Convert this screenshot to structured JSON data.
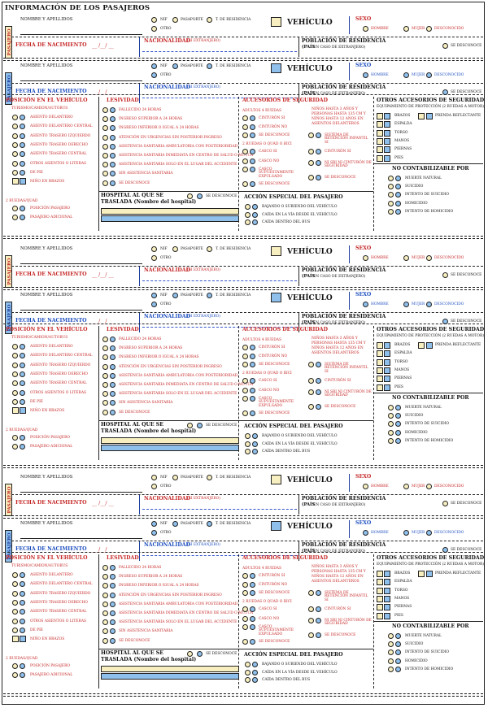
{
  "title": "INFORMACIÓN DE LOS PASAJEROS",
  "labels": {
    "pasajero": "PASAJERO",
    "nombre": "NOMBRE Y APELLIDOS",
    "nif": "NIF",
    "pasaporte": "PASAPORTE",
    "residencia": "T. DE RESIDENCIA",
    "otro": "OTRO",
    "vehiculo": "VEHÍCULO",
    "sexo": "SEXO",
    "hombre": "HOMBRE",
    "mujer": "MUJER",
    "desconocido": "DESCONOCIDO",
    "fecha": "FECHA DE NACIMIENTO",
    "fecha_blank": "__ /__/ __",
    "nacionalidad": "NACIONALIDAD",
    "si_extranjero": "(SI EXTRANJERO)",
    "poblacion": "POBLACIÓN DE RESIDENCIA",
    "pais_b": "(PAÍS",
    "pais_rest": " EN CASO DE EXTRANJERO)",
    "se_desconoce": "SE DESCONOCE"
  },
  "position": {
    "title": "POSICIÓN EN EL VEHÍCULO",
    "subtitle": "TURISMO/CAMION/AUTOBUS",
    "items": [
      "ASIENTO DELANTERO",
      "ASIENTO DELANTERO CENTRAL",
      "ASIENTO TRASERO IZQUIERDO",
      "ASIENTO TRASERO DERECHO",
      "ASIENTO TRASERO CENTRAL",
      "OTROS ASIENTOS O LITERAS",
      "DE PIE",
      "NIÑO EN BRAZOS"
    ],
    "two_wheels": "2 RUEDAS/QUAD",
    "two_items": [
      "POSICIÓN PASAJERO",
      "PASAJERO ADICIONAL"
    ]
  },
  "lesividad": {
    "title": "LESIVIDAD",
    "items": [
      "FALLECIDO 24 HORAS",
      "INGRESO SUPERIOR A 24 HORAS",
      "INGRESO INFERIOR O IGUAL A 24 HORAS",
      "ATENCIÓN EN URGENCIAS SIN POSTERIOR INGRESO",
      "ASISTENCIA SANITARIA AMBULATORIA CON POSTERIORIDAD",
      "ASISTENCIA SANITARIA INMEDIATA EN CENTRO DE SALUD O MUTUA",
      "ASISTENCIA SANITARIA SOLO EN EL LUGAR DEL ACCIDENTE",
      "SIN ASISTENCIA SANITARIA",
      "SE DESCONOCE"
    ],
    "hospital_1": "HOSPITAL AL QUE SE",
    "hospital_2": "TRASLADA (Nombre del hospital)",
    "se_desconoce": "SE DESCONOCE"
  },
  "accesorios": {
    "title": "ACCESORIOS DE SEGURIDAD",
    "adultos": "ADULTOS 4 RUEDAS",
    "adult_items": [
      "CINTURÓN SI",
      "CINTURÓN NO",
      "SE DESCONOCE"
    ],
    "ninos_1": "NIÑOS HASTA 3 AÑOS Y",
    "ninos_2": "PERSONAS HASTA 135 CM Y",
    "ninos_3": "NIÑOS HASTA 12 AÑOS EN",
    "ninos_4": "ASIENTOS DELANTEROS",
    "child_items": [
      "SISTEMA DE RETENCIÓN INFANTIL SI",
      "CINTURÓN SI",
      "NI SRI NI CINTURÓN DE SEGURIDAD",
      "SE DESCONOCE"
    ],
    "dos_ruedas": "2 RUEDAS O QUAD O BICI",
    "two_items": [
      "CASCO SI",
      "CASCO NO",
      "CASCO SUPUESTAMENTE EXPULSADO",
      "SE DESCONOCE"
    ]
  },
  "accion": {
    "title": "ACCIÓN ESPECIAL DEL PASAJERO",
    "items": [
      "BAJANDO O SUBIENDO DEL VEHÍCULO",
      "CAÍDA EN LA VÍA DESDE EL VEHÍCULO",
      "CAÍDA DENTRO DEL BUS"
    ]
  },
  "otros": {
    "title": "OTROS ACCESORIOS DE SEGURIDAD",
    "equip": "EQUIPAMIENTO DE PROTECCIÓN (2 RUEDAS A MOTOR)",
    "items": [
      "BRAZOS",
      "ESPALDA",
      "TORSO",
      "MANOS",
      "PIERNAS",
      "PIES"
    ],
    "prenda": "PRENDA REFLECTANTE"
  },
  "nocont": {
    "title": "NO CONTABILIZABLE POR",
    "items": [
      "MUERTE NATURAL",
      "SUICIDIO",
      "INTENTO DE SUICIDIO",
      "HOMICIDIO",
      "INTENTO DE HOMICIDIO"
    ]
  },
  "colors": {
    "red": "#c62828",
    "blue": "#1e4fbf",
    "yellow_fill": "#f7efbf",
    "blue_fill": "#8fc0ec"
  }
}
